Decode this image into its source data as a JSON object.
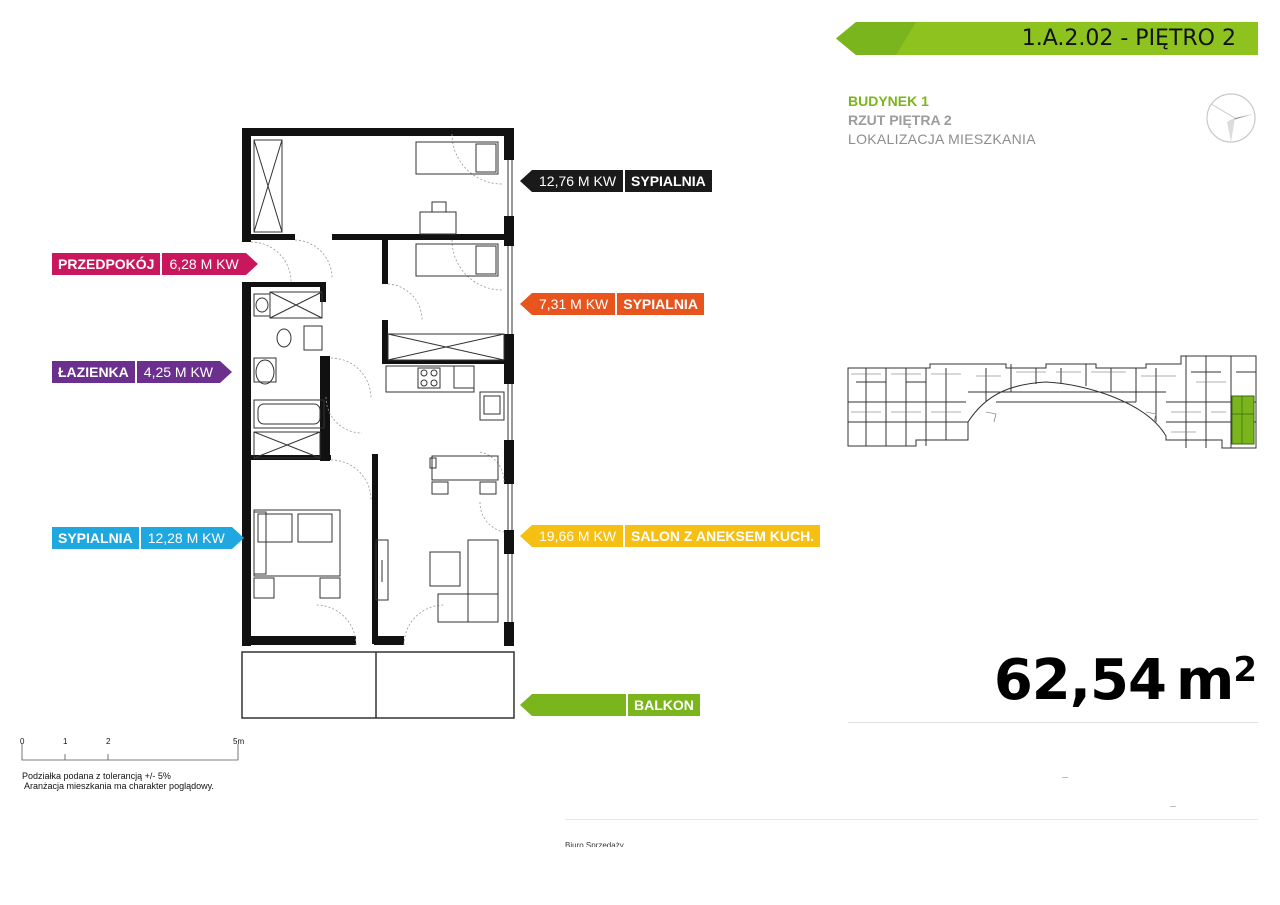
{
  "header": {
    "unit_code": "1.A.2.02",
    "floor_label": " - PIĘTRO 2"
  },
  "building": {
    "line1": "BUDYNEK 1",
    "line2": "RZUT PIĘTRA 2",
    "line3": "LOKALIZACJA MIESZKANIA"
  },
  "area": {
    "value": "62,54",
    "unit": "m",
    "sup": "2"
  },
  "rooms": [
    {
      "id": "sypialnia-1",
      "name": "SYPIALNIA",
      "value": "12,76 M KW",
      "color": "#1a1a1a"
    },
    {
      "id": "przedpokoj",
      "name": "PRZEDPOKÓJ",
      "value": "6,28 M KW",
      "color": "#c8175d"
    },
    {
      "id": "sypialnia-2",
      "name": "SYPIALNIA",
      "value": "7,31 M KW",
      "color": "#e8541e"
    },
    {
      "id": "lazienka",
      "name": "ŁAZIENKA",
      "value": "4,25 M KW",
      "color": "#6b2f8e"
    },
    {
      "id": "salon",
      "name": "SALON Z ANEKSEM KUCH.",
      "value": "19,66 M KW",
      "color": "#f5bf13"
    },
    {
      "id": "sypialnia-3",
      "name": "SYPIALNIA",
      "value": "12,28 M KW",
      "color": "#1fa7df"
    },
    {
      "id": "balkon",
      "name": "BALKON",
      "value": "",
      "color": "#7ab51d"
    }
  ],
  "scale": {
    "ticks": [
      "0",
      "1",
      "2",
      "5m"
    ],
    "note1": "Podziałka podana z tolerancją +/- 5%",
    "note2": "Aranżacja mieszkania ma charakter poglądowy."
  },
  "footer": {
    "biuro": "Biuro Sprzedaży"
  },
  "colors": {
    "accent": "#7ab51d",
    "wall": "#111111"
  }
}
